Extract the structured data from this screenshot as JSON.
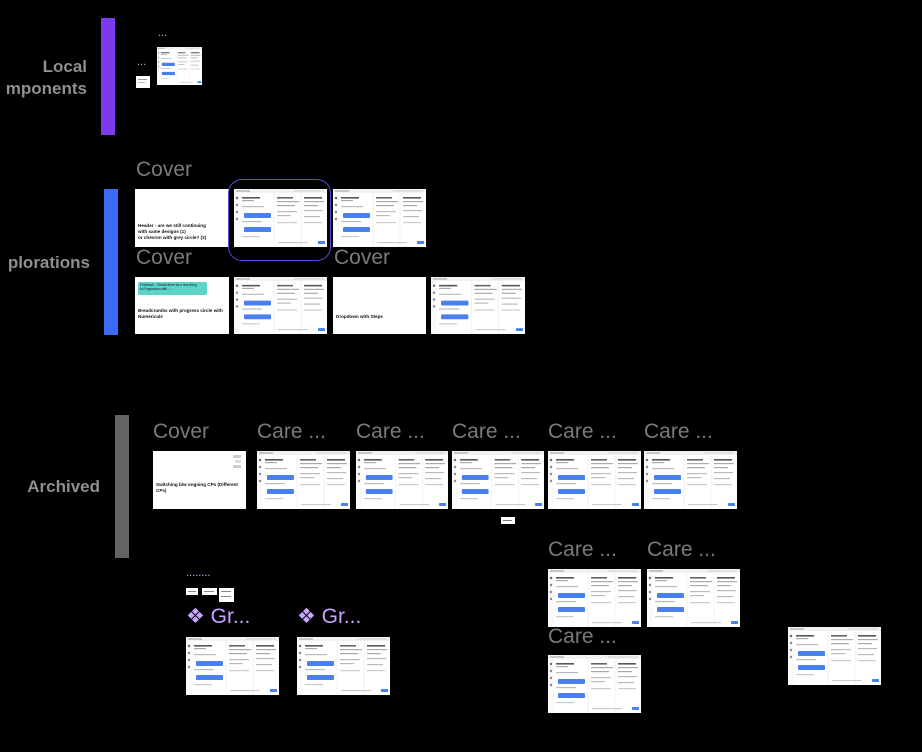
{
  "sections": {
    "local": {
      "label_line1": "Local",
      "label_line2": "mponents",
      "color": "#7c3aed"
    },
    "explorations": {
      "label": "plorations",
      "color": "#3b6cf5"
    },
    "archived": {
      "label": "Archived",
      "color": "#636366"
    }
  },
  "frame_labels": {
    "cover": "Cover",
    "care": "Care ...",
    "group": "❖ Gr..."
  },
  "frame_captions": {
    "header_question": "Header - are we still continuing\nwith same designs (1)\nor chevron with grey circle? (2)",
    "breadcrumbs": "Breadcrumbs with progress circle with Numericals",
    "dropdown": "Dropdown with Steps",
    "switching": "Switching b/w ongoing CPs (Different CPs)"
  },
  "teal_note": "Feedback - Should there be a nice thing\nto Progression with ...",
  "ellipsis": "...",
  "ellipsis_long": "........",
  "colors": {
    "background": "#000000",
    "accent_purple": "#c9a4ff",
    "selection": "#5b4ccf",
    "chat_blue": "#4a7ff0",
    "teal": "#5bd3c7"
  }
}
